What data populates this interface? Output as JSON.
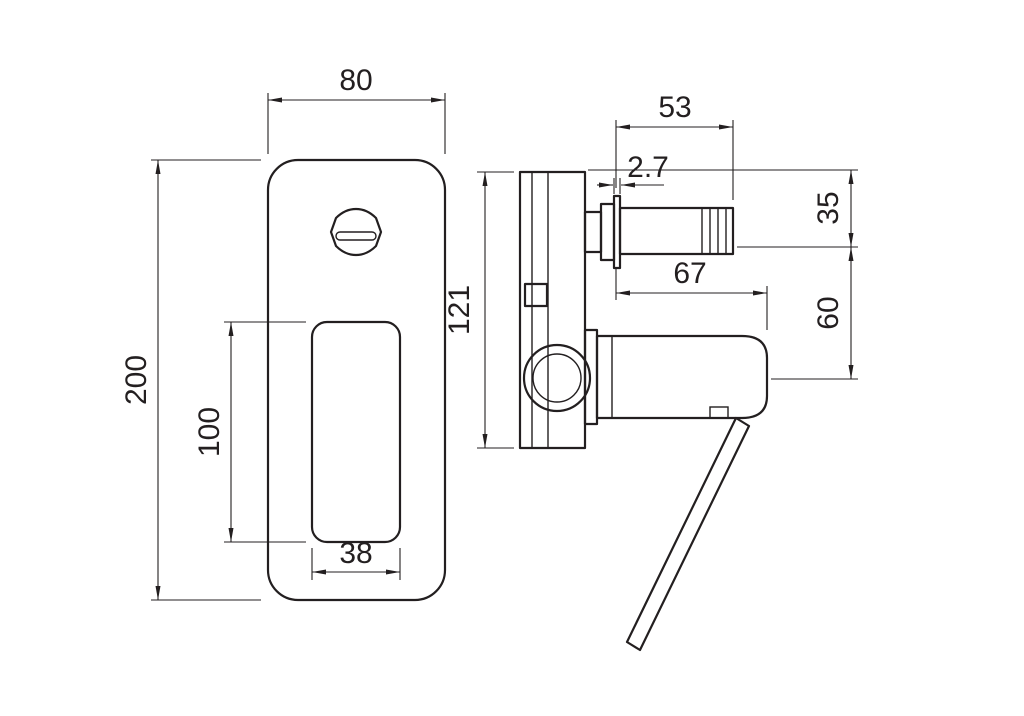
{
  "dimensions": {
    "plate_width": "80",
    "plate_height": "200",
    "handle_cutout_height": "100",
    "handle_cutout_width": "38",
    "spout_length": "53",
    "plate_thickness": "2.7",
    "spout_drop": "35",
    "body_height": "121",
    "handle_length": "67",
    "handle_drop": "60"
  },
  "colors": {
    "line": "#231f20",
    "background": "#ffffff"
  }
}
